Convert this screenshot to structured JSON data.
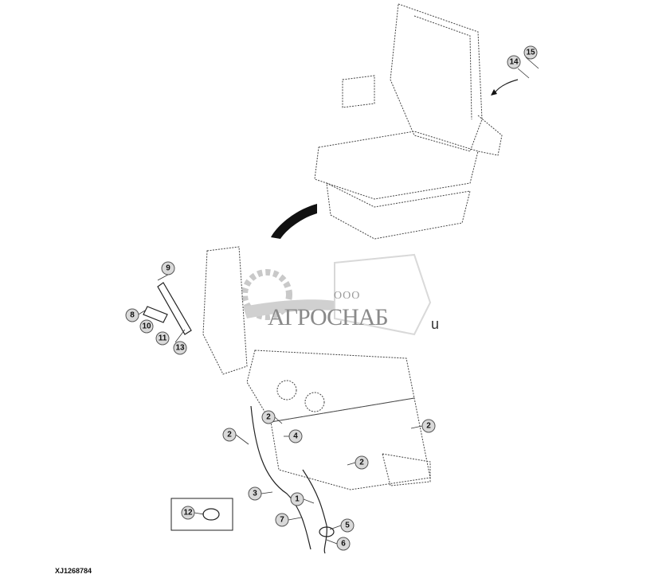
{
  "figure_id": "XJ1268784",
  "watermark": {
    "prefix": "ООО",
    "name": "АГРОСНАБ",
    "suffix": "u"
  },
  "callouts": [
    "15",
    "14",
    "9",
    "8",
    "10",
    "11",
    "13",
    "2",
    "2",
    "4",
    "2",
    "2",
    "3",
    "1",
    "7",
    "5",
    "6",
    "12"
  ]
}
